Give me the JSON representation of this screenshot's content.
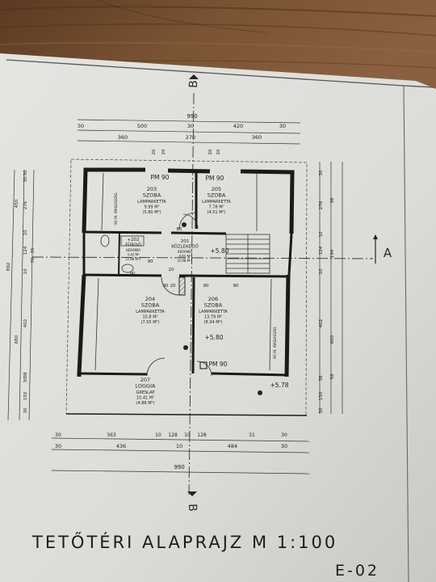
{
  "drawing": {
    "title": "TETŐTÉRI ALAPRAJZ M 1:100",
    "sheet_code": "E-02",
    "section_marker_b": "B",
    "section_marker_a": "A"
  },
  "dimensions": {
    "top_overall": "990",
    "top_row1": [
      "30",
      "500",
      "30",
      "420",
      "30"
    ],
    "top_row2": [
      "360",
      "270",
      "360"
    ],
    "top_small": [
      "20",
      "20",
      "20",
      "20"
    ],
    "bottom_row1": [
      "30",
      "363",
      "10",
      "128",
      "10",
      "128",
      "31",
      "30"
    ],
    "bottom_row2": [
      "30",
      "436",
      "10",
      "484",
      "30"
    ],
    "bottom_overall": "990",
    "left_chain": [
      "30",
      "30",
      "276",
      "10",
      "124",
      "10",
      "402",
      "38",
      "30",
      "150",
      "30"
    ],
    "left_totals": [
      "450",
      "35",
      "76",
      "892",
      "680"
    ],
    "right_chain": [
      "30",
      "276",
      "10",
      "124",
      "10",
      "402",
      "38",
      "150",
      "30"
    ],
    "right_totals": [
      "36",
      "194",
      "600",
      "58"
    ]
  },
  "rooms": [
    {
      "number": "203",
      "name": "SZOBA",
      "floor": "LAMPARKETTA",
      "area1": "9.99 M²",
      "area2": "(5.80 M²)"
    },
    {
      "number": "205",
      "name": "SZOBA",
      "floor": "LAMPARKETTA",
      "area1": "7.78 M²",
      "area2": "(4.51 M²)"
    },
    {
      "number": "+202",
      "name": "FÜRDŐ",
      "floor": "KERÁMIA",
      "area1": "3.42 M²",
      "area2": "(2.88 M²)"
    },
    {
      "number": "201",
      "name": "KÖZLEKEDŐ",
      "floor": "KERÁMIA",
      "area1": "4.61 M²",
      "area2": "(0.98 M²)"
    },
    {
      "number": "204",
      "name": "SZOBA",
      "floor": "LAMPARKETTA",
      "area1": "15.8 M²",
      "area2": "(7.55 M²)"
    },
    {
      "number": "206",
      "name": "SZOBA",
      "floor": "LAMPARKETTA",
      "area1": "13.79 M²",
      "area2": "(8.34 M²)"
    },
    {
      "number": "207",
      "name": "LOGGIA",
      "floor": "GRESLAP",
      "area1": "10.41 M²",
      "area2": "(4.88 M²)"
    }
  ],
  "annotations": {
    "pm_top_left": "PM 90",
    "pm_top_right": "PM 90",
    "pm_bottom": "PM 90",
    "level_1": "+5.80",
    "level_2": "+5.80",
    "level_3": "+5.78",
    "height_note_left": "90 M. MAGASSÁG",
    "height_note_right": "90 M. MAGASSÁG",
    "door_80": "80",
    "door_90": "90",
    "door_20": "20",
    "door_90b": "90",
    "door_20b": "20",
    "door_90c": "90",
    "door_90d": "90",
    "door_90e": "90"
  }
}
